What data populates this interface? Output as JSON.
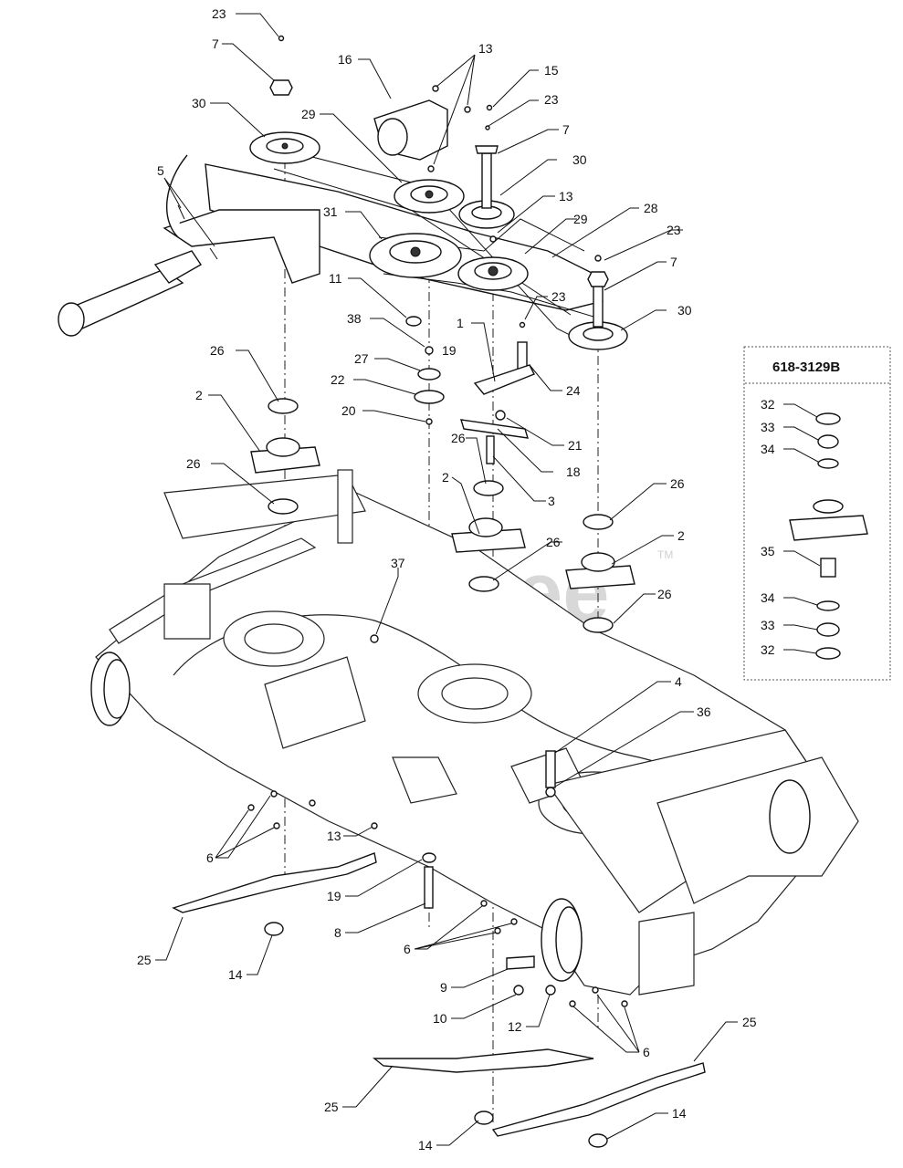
{
  "watermark": {
    "brand": "PartsTree",
    "trademark": "TM"
  },
  "kit_box": {
    "title": "618-3129B"
  },
  "callouts": {
    "c23a": "23",
    "c7a": "7",
    "c30a": "30",
    "c16": "16",
    "c13a": "13",
    "c15": "15",
    "c23b": "23",
    "c29a": "29",
    "c7b": "7",
    "c30b": "30",
    "c5": "5",
    "c13b": "13",
    "c28": "28",
    "c29b": "29",
    "c31": "31",
    "c23c": "23",
    "c7c": "7",
    "c11": "11",
    "c23d": "23",
    "c30c": "30",
    "c38": "38",
    "c1": "1",
    "c19a": "19",
    "c27": "27",
    "c26a": "26",
    "c24": "24",
    "c22": "22",
    "c2a": "2",
    "c20": "20",
    "c21": "21",
    "c26b": "26",
    "c18": "18",
    "c26c": "26",
    "c3": "3",
    "c26d": "26",
    "c2b": "2",
    "c2c": "2",
    "c26e": "26",
    "c37": "37",
    "c26f": "26",
    "c4": "4",
    "c36": "36",
    "c13c": "13",
    "c6a": "6",
    "c19b": "19",
    "c8": "8",
    "c25a": "25",
    "c6b": "6",
    "c14a": "14",
    "c9": "9",
    "c10": "10",
    "c12": "12",
    "c6c": "6",
    "c25b": "25",
    "c25c": "25",
    "c14b": "14",
    "c14c": "14",
    "k32a": "32",
    "k33a": "33",
    "k34a": "34",
    "k35": "35",
    "k34b": "34",
    "k33b": "33",
    "k32b": "32"
  }
}
